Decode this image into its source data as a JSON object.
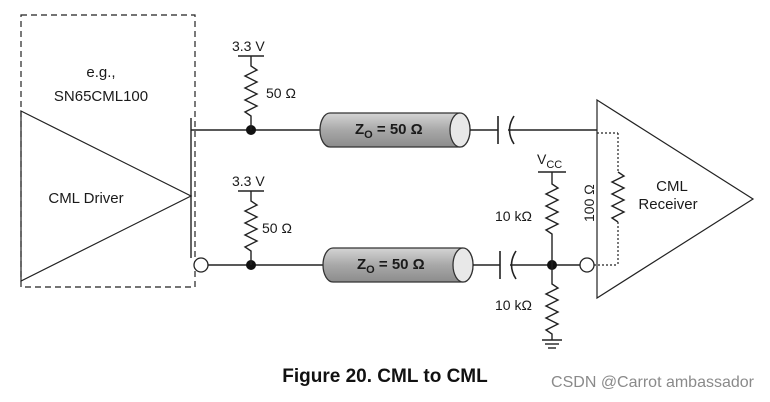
{
  "driver": {
    "example_text": "e.g.,",
    "part_number": "SN65CML100",
    "label": "CML Driver"
  },
  "top_pullup": {
    "supply": "3.3 V",
    "resistor": "50 Ω"
  },
  "bottom_pullup": {
    "supply": "3.3 V",
    "resistor": "50 Ω"
  },
  "top_line": {
    "z": "Z",
    "sub": "O",
    "value": " = 50 Ω"
  },
  "bottom_line": {
    "z": "Z",
    "sub": "O",
    "value": " = 50 Ω"
  },
  "bias": {
    "vcc_main": "V",
    "vcc_sub": "CC",
    "upper_resistor": "10 kΩ",
    "lower_resistor": "10 kΩ"
  },
  "termination_resistor": "100 Ω",
  "receiver": {
    "line1": "CML",
    "line2": "Receiver"
  },
  "caption": "Figure 20. CML to CML",
  "watermark": "CSDN @Carrot ambassador"
}
